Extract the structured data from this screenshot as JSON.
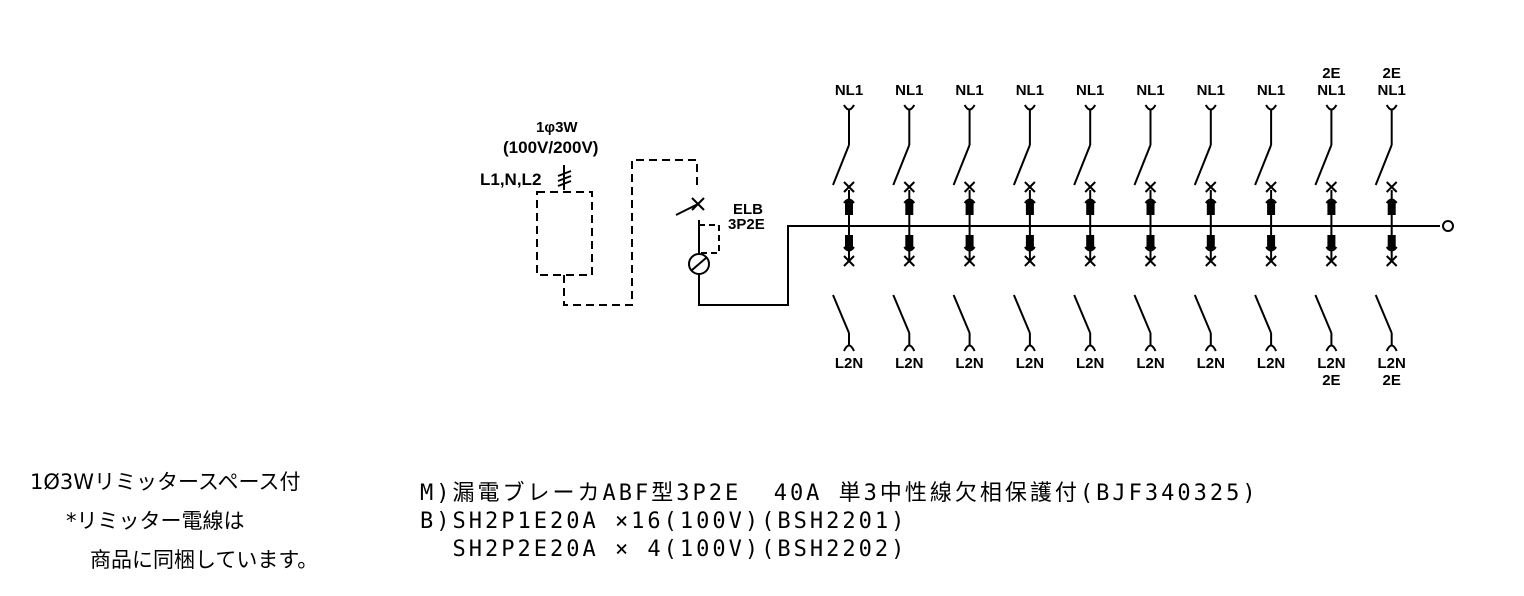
{
  "supply": {
    "phase": "1φ3W",
    "voltage": "(100V/200V)",
    "wires": "L1,N,L2"
  },
  "main_breaker": {
    "label": "ELB",
    "poles": "3P2E"
  },
  "branches_top": [
    "NL1",
    "NL1",
    "NL1",
    "NL1",
    "NL1",
    "NL1",
    "NL1",
    "NL1",
    "NL1",
    "NL1"
  ],
  "branches_top_extra": [
    "",
    "",
    "",
    "",
    "",
    "",
    "",
    "",
    "2E",
    "2E"
  ],
  "branches_bottom": [
    "L2N",
    "L2N",
    "L2N",
    "L2N",
    "L2N",
    "L2N",
    "L2N",
    "L2N",
    "L2N",
    "L2N"
  ],
  "branches_bottom_extra": [
    "",
    "",
    "",
    "",
    "",
    "",
    "",
    "",
    "2E",
    "2E"
  ],
  "notes": {
    "line1": "1Ø3Wリミッタースペース付",
    "line2": "*リミッター電線は",
    "line3": "商品に同梱しています。"
  },
  "specs": {
    "line1": "M)漏電ブレーカABF型3P2E  40A 単3中性線欠相保護付(BJF340325)",
    "line2": "B)SH2P1E20A ×16(100V)(BSH2201)",
    "line3": "  SH2P2E20A × 4(100V)(BSH2202)"
  }
}
